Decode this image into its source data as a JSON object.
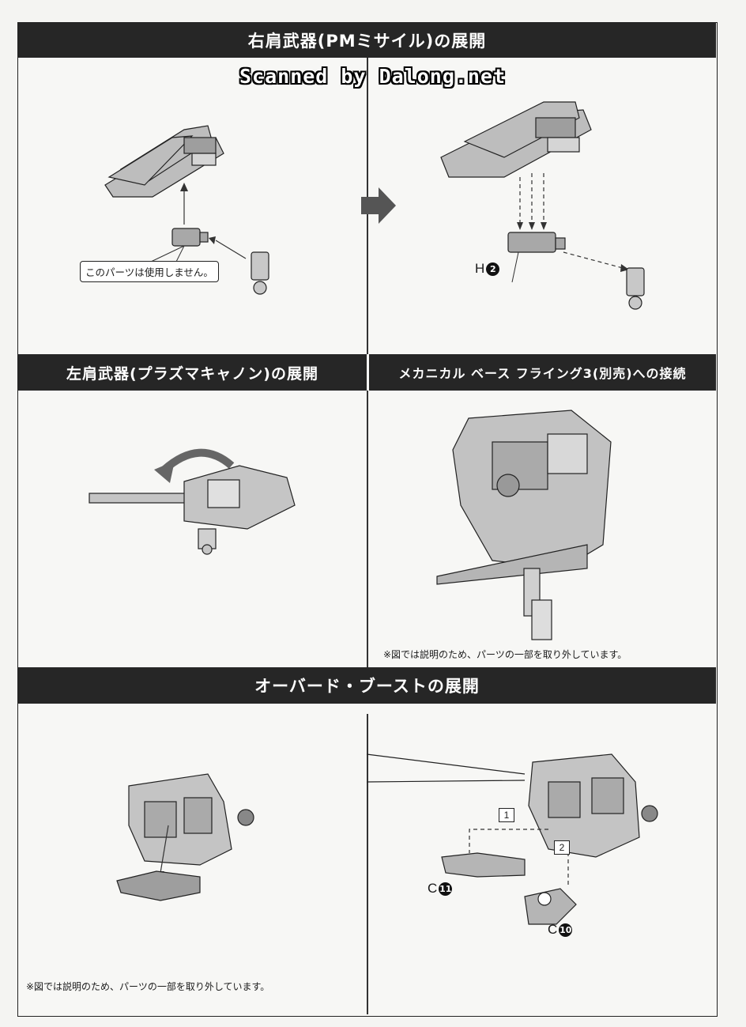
{
  "sections": {
    "top": {
      "title": "右肩武器(PMミサイル)の展開"
    },
    "left_mid": {
      "title": "左肩武器(プラズマキャノン)の展開"
    },
    "right_mid": {
      "title": "メカニカル ベース フライング3(別売)への接続",
      "caption": "※図では説明のため、パーツの一部を取り外しています。"
    },
    "bottom": {
      "title": "オーバード・ブーストの展開",
      "caption": "※図では説明のため、パーツの一部を取り外しています。"
    }
  },
  "watermark": "Scanned by Dalong.net",
  "note_box": "このパーツは使用しません。",
  "part_labels": {
    "h2": {
      "letter": "H",
      "number": "2"
    },
    "c11": {
      "letter": "C",
      "number": "11"
    },
    "c10": {
      "letter": "C",
      "number": "10"
    }
  },
  "steps": {
    "step1": "1",
    "step2": "2"
  }
}
